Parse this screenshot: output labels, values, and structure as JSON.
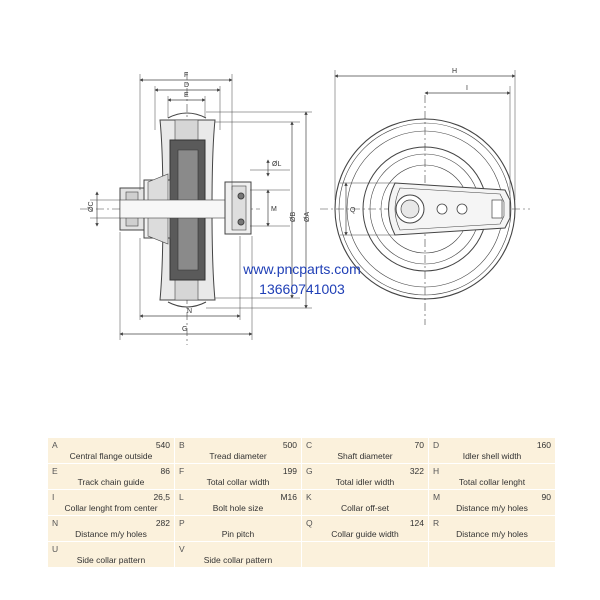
{
  "drawing": {
    "side_view_labels": {
      "F": "F",
      "D": "D",
      "E": "E",
      "L": "ØL",
      "C": "ØC",
      "M": "M",
      "B": "ØB",
      "A": "ØA",
      "N": "N",
      "G": "G"
    },
    "front_view_labels": {
      "H": "H",
      "I": "I",
      "Q": "Q"
    }
  },
  "watermark": {
    "url": "www.pncparts.com",
    "phone": "13660741003"
  },
  "colors": {
    "table_bg": "#fbf1dc",
    "line": "#444444",
    "watermark": "#1f3fb6"
  },
  "specs": [
    [
      {
        "letter": "A",
        "value": "540",
        "desc": "Central flange outside"
      },
      {
        "letter": "B",
        "value": "500",
        "desc": "Tread diameter"
      },
      {
        "letter": "C",
        "value": "70",
        "desc": "Shaft diameter"
      },
      {
        "letter": "D",
        "value": "160",
        "desc": "Idler shell width"
      }
    ],
    [
      {
        "letter": "E",
        "value": "86",
        "desc": "Track chain guide"
      },
      {
        "letter": "F",
        "value": "199",
        "desc": "Total collar width"
      },
      {
        "letter": "G",
        "value": "322",
        "desc": "Total idler width"
      },
      {
        "letter": "H",
        "value": "",
        "desc": "Total collar lenght"
      }
    ],
    [
      {
        "letter": "I",
        "value": "26,5",
        "desc": "Collar lenght from center"
      },
      {
        "letter": "L",
        "value": "M16",
        "desc": "Bolt hole size"
      },
      {
        "letter": "K",
        "value": "",
        "desc": "Collar off-set"
      },
      {
        "letter": "M",
        "value": "90",
        "desc": "Distance m/y holes"
      }
    ],
    [
      {
        "letter": "N",
        "value": "282",
        "desc": "Distance m/y holes"
      },
      {
        "letter": "P",
        "value": "",
        "desc": "Pin pitch"
      },
      {
        "letter": "Q",
        "value": "124",
        "desc": "Collar guide width"
      },
      {
        "letter": "R",
        "value": "",
        "desc": "Distance m/y holes"
      }
    ],
    [
      {
        "letter": "U",
        "value": "",
        "desc": "Side collar pattern"
      },
      {
        "letter": "V",
        "value": "",
        "desc": "Side collar pattern"
      },
      {
        "letter": "",
        "value": "",
        "desc": ""
      },
      {
        "letter": "",
        "value": "",
        "desc": ""
      }
    ]
  ]
}
